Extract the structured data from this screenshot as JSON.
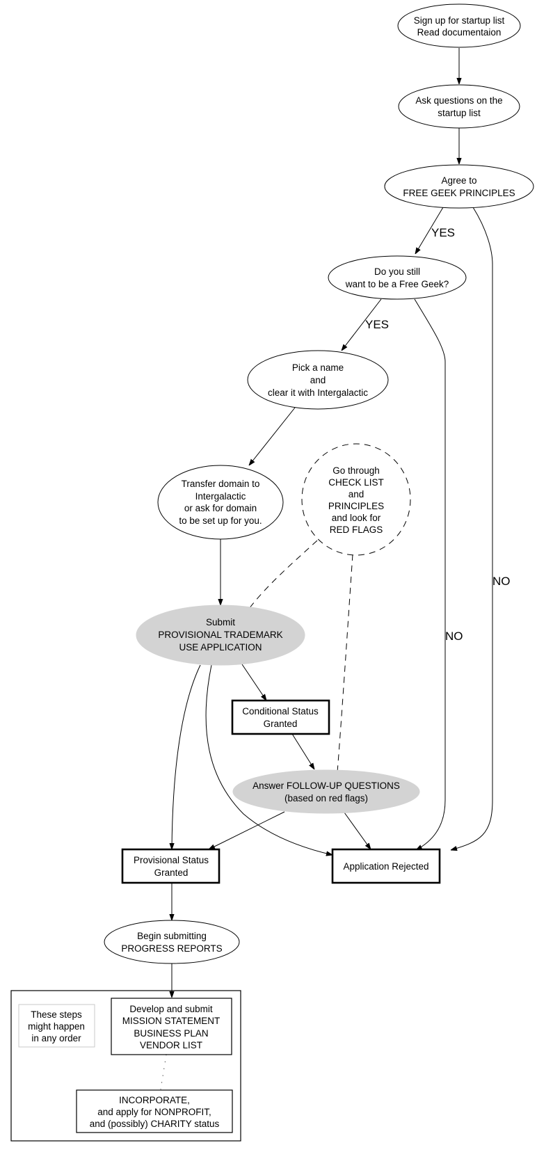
{
  "diagram": {
    "title": "Free Geek startup process flowchart",
    "nodes": {
      "signup": {
        "lines": [
          "Sign up for startup list",
          "Read documentaion"
        ],
        "shape": "ellipse"
      },
      "ask": {
        "lines": [
          "Ask questions on the",
          "startup list"
        ],
        "shape": "ellipse"
      },
      "agree": {
        "lines": [
          "Agree to",
          "FREE GEEK PRINCIPLES"
        ],
        "shape": "ellipse"
      },
      "still": {
        "lines": [
          "Do you still",
          "want to be a Free Geek?"
        ],
        "shape": "ellipse"
      },
      "pick": {
        "lines": [
          "Pick a name",
          "and",
          "clear it with Intergalactic"
        ],
        "shape": "ellipse"
      },
      "transfer": {
        "lines": [
          "Transfer domain to",
          "Intergalactic",
          "or ask for domain",
          "to be set up for you."
        ],
        "shape": "ellipse"
      },
      "checklist": {
        "lines": [
          "Go through",
          "CHECK LIST",
          "and",
          "PRINCIPLES",
          "and look for",
          "RED FLAGS"
        ],
        "shape": "dashed-circle"
      },
      "submit": {
        "lines": [
          "Submit",
          "PROVISIONAL TRADEMARK",
          "USE APPLICATION"
        ],
        "shape": "filled-ellipse"
      },
      "conditional": {
        "lines": [
          "Conditional Status",
          "Granted"
        ],
        "shape": "bold-box"
      },
      "followup": {
        "lines": [
          "Answer FOLLOW-UP QUESTIONS",
          "(based on red flags)"
        ],
        "shape": "filled-ellipse"
      },
      "provisional": {
        "lines": [
          "Provisional Status",
          "Granted"
        ],
        "shape": "bold-box"
      },
      "rejected": {
        "lines": [
          "Application Rejected"
        ],
        "shape": "bold-box"
      },
      "progress": {
        "lines": [
          "Begin submitting",
          "PROGRESS REPORTS"
        ],
        "shape": "ellipse"
      },
      "note": {
        "lines": [
          "These steps",
          "might happen",
          "in any order"
        ],
        "shape": "note"
      },
      "mission": {
        "lines": [
          "Develop and submit",
          "MISSION STATEMENT",
          "BUSINESS PLAN",
          "VENDOR LIST"
        ],
        "shape": "box"
      },
      "incorporate": {
        "lines": [
          "INCORPORATE,",
          "and apply for NONPROFIT,",
          "and (possibly) CHARITY status"
        ],
        "shape": "box"
      }
    },
    "edges": [
      {
        "from": "signup",
        "to": "ask",
        "style": "solid",
        "label": ""
      },
      {
        "from": "ask",
        "to": "agree",
        "style": "solid",
        "label": ""
      },
      {
        "from": "agree",
        "to": "still",
        "style": "solid",
        "label": "YES"
      },
      {
        "from": "agree",
        "to": "rejected",
        "style": "solid",
        "label": "NO"
      },
      {
        "from": "still",
        "to": "pick",
        "style": "solid",
        "label": "YES"
      },
      {
        "from": "still",
        "to": "rejected",
        "style": "solid",
        "label": "NO"
      },
      {
        "from": "pick",
        "to": "transfer",
        "style": "solid",
        "label": ""
      },
      {
        "from": "transfer",
        "to": "submit",
        "style": "solid",
        "label": ""
      },
      {
        "from": "checklist",
        "to": "submit",
        "style": "dashed",
        "label": ""
      },
      {
        "from": "checklist",
        "to": "followup",
        "style": "dashed",
        "label": ""
      },
      {
        "from": "submit",
        "to": "conditional",
        "style": "solid",
        "label": ""
      },
      {
        "from": "submit",
        "to": "provisional",
        "style": "solid",
        "label": ""
      },
      {
        "from": "submit",
        "to": "rejected",
        "style": "solid",
        "label": ""
      },
      {
        "from": "conditional",
        "to": "followup",
        "style": "solid",
        "label": ""
      },
      {
        "from": "followup",
        "to": "provisional",
        "style": "solid",
        "label": ""
      },
      {
        "from": "followup",
        "to": "rejected",
        "style": "solid",
        "label": ""
      },
      {
        "from": "provisional",
        "to": "progress",
        "style": "solid",
        "label": ""
      },
      {
        "from": "progress",
        "to": "cluster",
        "style": "solid",
        "label": ""
      },
      {
        "from": "mission",
        "to": "incorporate",
        "style": "dotted",
        "label": ""
      }
    ],
    "edge_labels": {
      "agree_still": "YES",
      "still_pick": "YES",
      "still_rejected": "NO",
      "agree_rejected": "NO"
    }
  }
}
